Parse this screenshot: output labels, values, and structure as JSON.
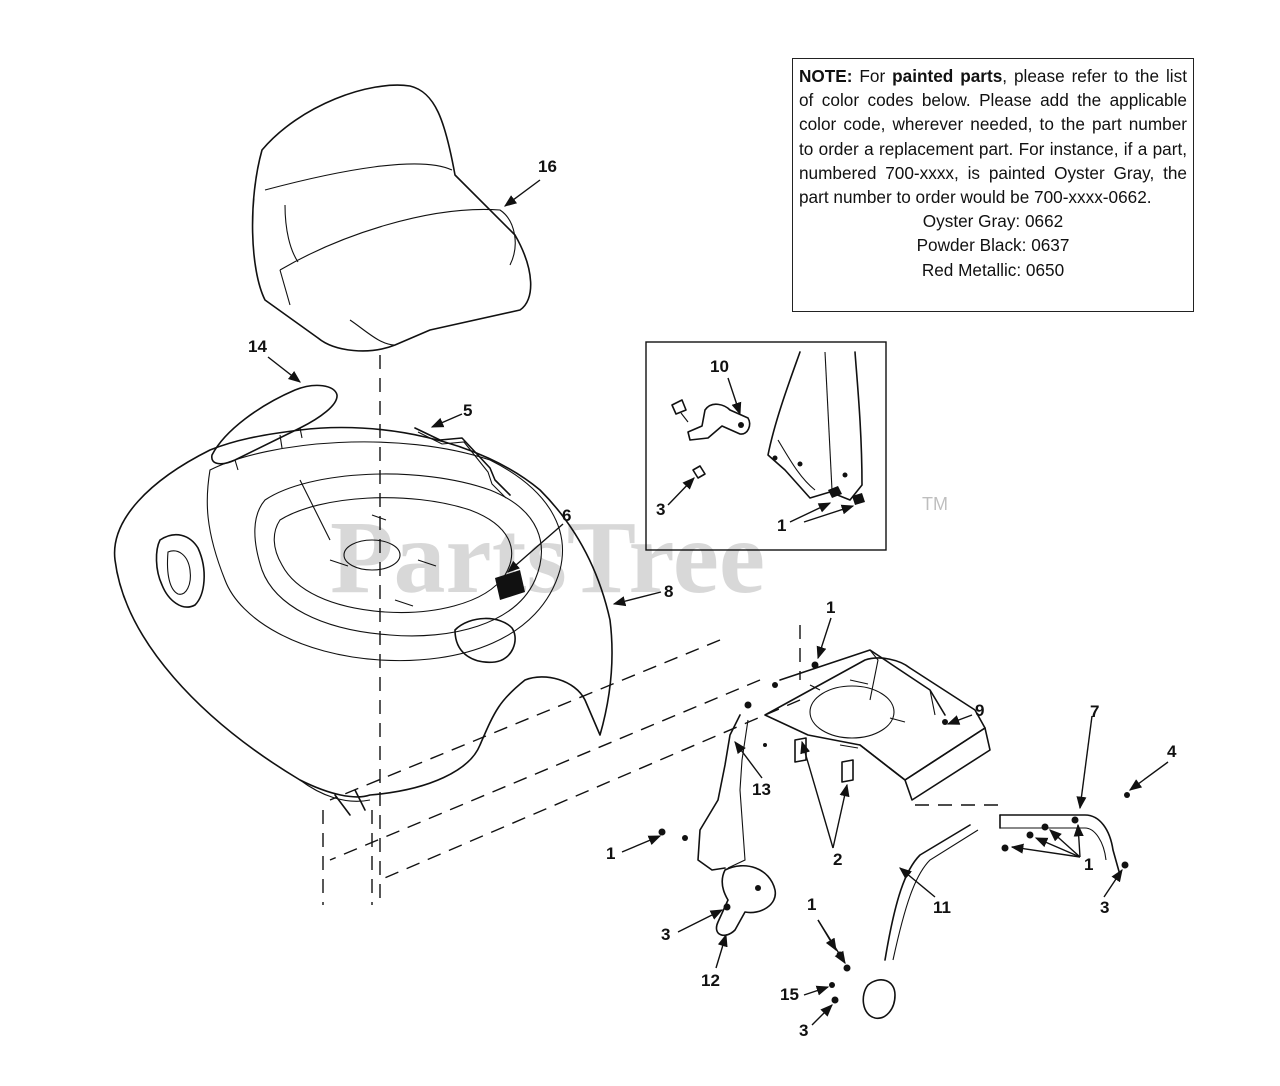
{
  "watermark": {
    "brand": "PartsTree",
    "tm": "TM"
  },
  "note": {
    "lead_bold": "NOTE:",
    "text_1": " For ",
    "bold_1": "painted parts",
    "text_2": ", please refer to the list of color codes below. Please add the applicable color code, wherever needed, to the part number to order a replacement part. For instance, if a part, numbered 700-xxxx, is painted Oyster Gray,  the part number to order would be 700-xxxx-0662.",
    "codes": [
      "Oyster Gray:  0662",
      "Powder Black: 0637",
      "Red Metallic: 0650"
    ]
  },
  "callouts": {
    "c16": "16",
    "c14": "14",
    "c5": "5",
    "c6": "6",
    "c8": "8",
    "c10": "10",
    "c3_inset": "3",
    "c1_inset": "1",
    "c1_top": "1",
    "c9": "9",
    "c7": "7",
    "c4": "4",
    "c13": "13",
    "c1_left": "1",
    "c2": "2",
    "c1_right": "1",
    "c3_right": "3",
    "c11": "11",
    "c3_left": "3",
    "c12": "12",
    "c1_bottom": "1",
    "c15": "15",
    "c3_bottom": "3"
  }
}
